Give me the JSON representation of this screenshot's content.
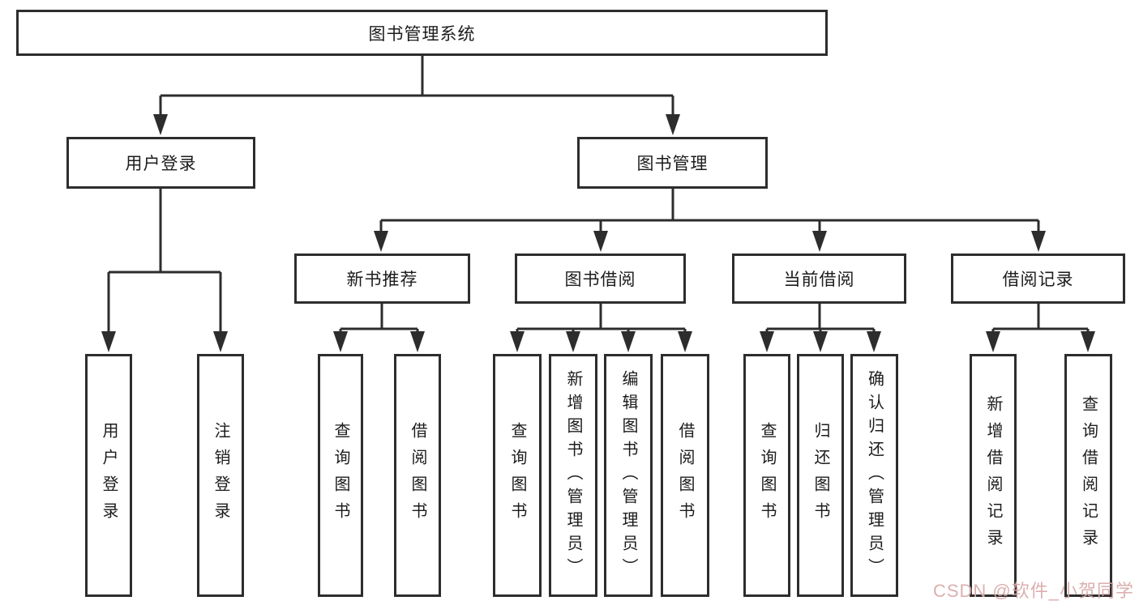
{
  "diagram": {
    "title": "图书管理系统",
    "level1": [
      {
        "label": "用户登录",
        "children": [
          {
            "label": "用户登录"
          },
          {
            "label": "注销登录"
          }
        ]
      },
      {
        "label": "图书管理",
        "children": [
          {
            "label": "新书推荐",
            "children": [
              {
                "label": "查询图书"
              },
              {
                "label": "借阅图书"
              }
            ]
          },
          {
            "label": "图书借阅",
            "children": [
              {
                "label": "查询图书"
              },
              {
                "label": "新增图书（管理员）"
              },
              {
                "label": "编辑图书（管理员）"
              },
              {
                "label": "借阅图书"
              }
            ]
          },
          {
            "label": "当前借阅",
            "children": [
              {
                "label": "查询图书"
              },
              {
                "label": "归还图书"
              },
              {
                "label": "确认归还（管理员）"
              }
            ]
          },
          {
            "label": "借阅记录",
            "children": [
              {
                "label": "新增借阅记录"
              },
              {
                "label": "查询借阅记录"
              }
            ]
          }
        ]
      }
    ]
  },
  "watermark": {
    "text": "CSDN @软件_小贺同学"
  },
  "colors": {
    "line": "#2d2d2d",
    "box_border": "#2d2d2d",
    "text": "#1c1c1c",
    "watermark": "#d9a9a9",
    "background": "#ffffff"
  }
}
